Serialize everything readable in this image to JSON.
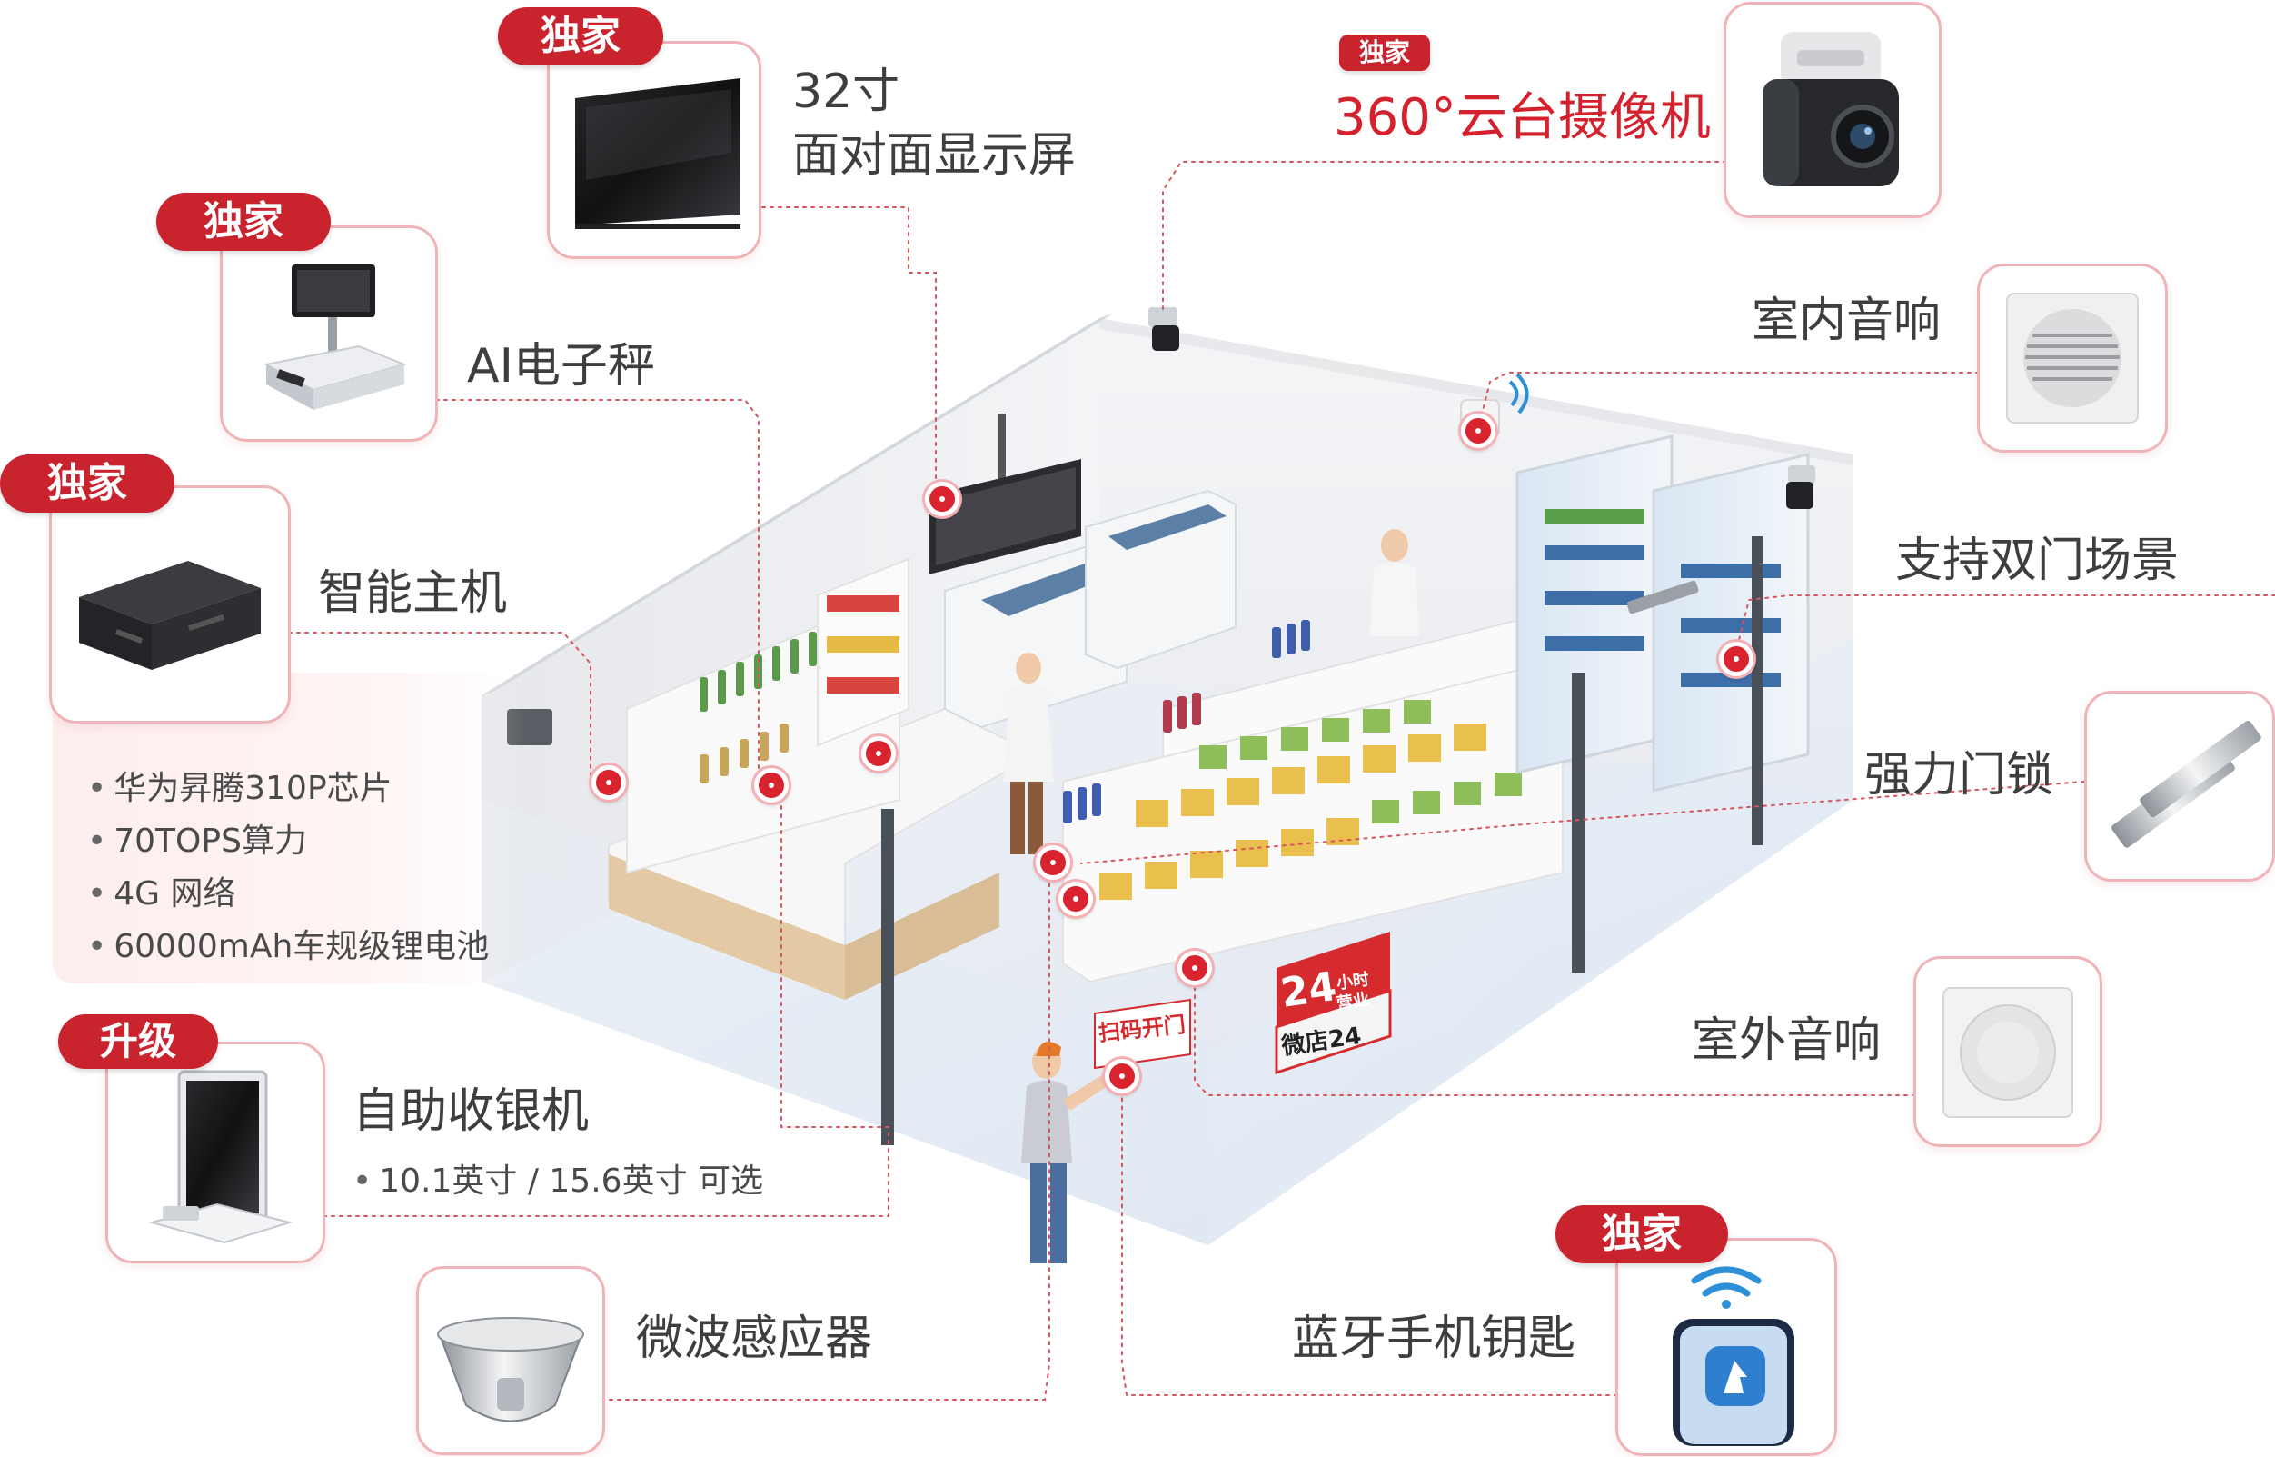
{
  "badges": {
    "display": "独家",
    "camera": "独家",
    "scale": "独家",
    "host": "独家",
    "pos": "升级",
    "bluetooth": "独家"
  },
  "labels": {
    "display_line1": "32寸",
    "display_line2": "面对面显示屏",
    "camera": "360°云台摄像机",
    "scale": "AI电子秤",
    "host": "智能主机",
    "indoor_speaker": "室内音响",
    "double_door": "支持双门场景",
    "door_lock": "强力门锁",
    "outdoor_speaker": "室外音响",
    "pos": "自助收银机",
    "microwave_sensor": "微波感应器",
    "bluetooth_key": "蓝牙手机钥匙"
  },
  "host_specs": [
    "华为昇腾310P芯片",
    "70TOPS算力",
    "4G 网络",
    "60000mAh车规级锂电池"
  ],
  "pos_spec": "10.1英寸 / 15.6英寸 可选",
  "store_signs": {
    "hours_num": "24",
    "hours_text1": "小时",
    "hours_text2": "营业",
    "brand": "微店24",
    "scan_poster": "扫码开门"
  },
  "colors": {
    "accent_red": "#c9232e",
    "card_border": "#f0b4b8",
    "connector": "#d95560"
  }
}
